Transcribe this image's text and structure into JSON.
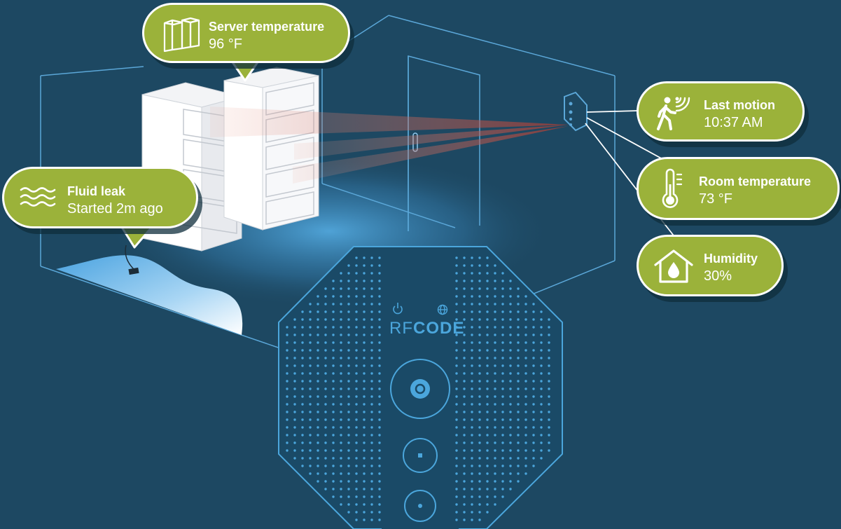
{
  "callouts": {
    "server_temperature": {
      "title": "Server temperature",
      "value": "96 °F",
      "icon": "server-rack-icon"
    },
    "fluid_leak": {
      "title": "Fluid leak",
      "value": "Started 2m ago",
      "icon": "water-waves-icon"
    },
    "last_motion": {
      "title": "Last motion",
      "value": "10:37 AM",
      "icon": "walking-person-motion-icon"
    },
    "room_temperature": {
      "title": "Room temperature",
      "value": "73 °F",
      "icon": "thermometer-icon"
    },
    "humidity": {
      "title": "Humidity",
      "value": "30%",
      "icon": "house-droplet-icon"
    }
  },
  "device": {
    "brand_light": "RF",
    "brand_bold": "CODE",
    "icons": [
      "power-icon",
      "globe-icon"
    ]
  },
  "colors": {
    "background": "#1d4862",
    "callout_fill": "#9bb23a",
    "callout_border": "#ffffff",
    "device_accent": "#4ba6dc",
    "room_lines": "#5ba7d8",
    "motion_beam": "#c0392b"
  }
}
